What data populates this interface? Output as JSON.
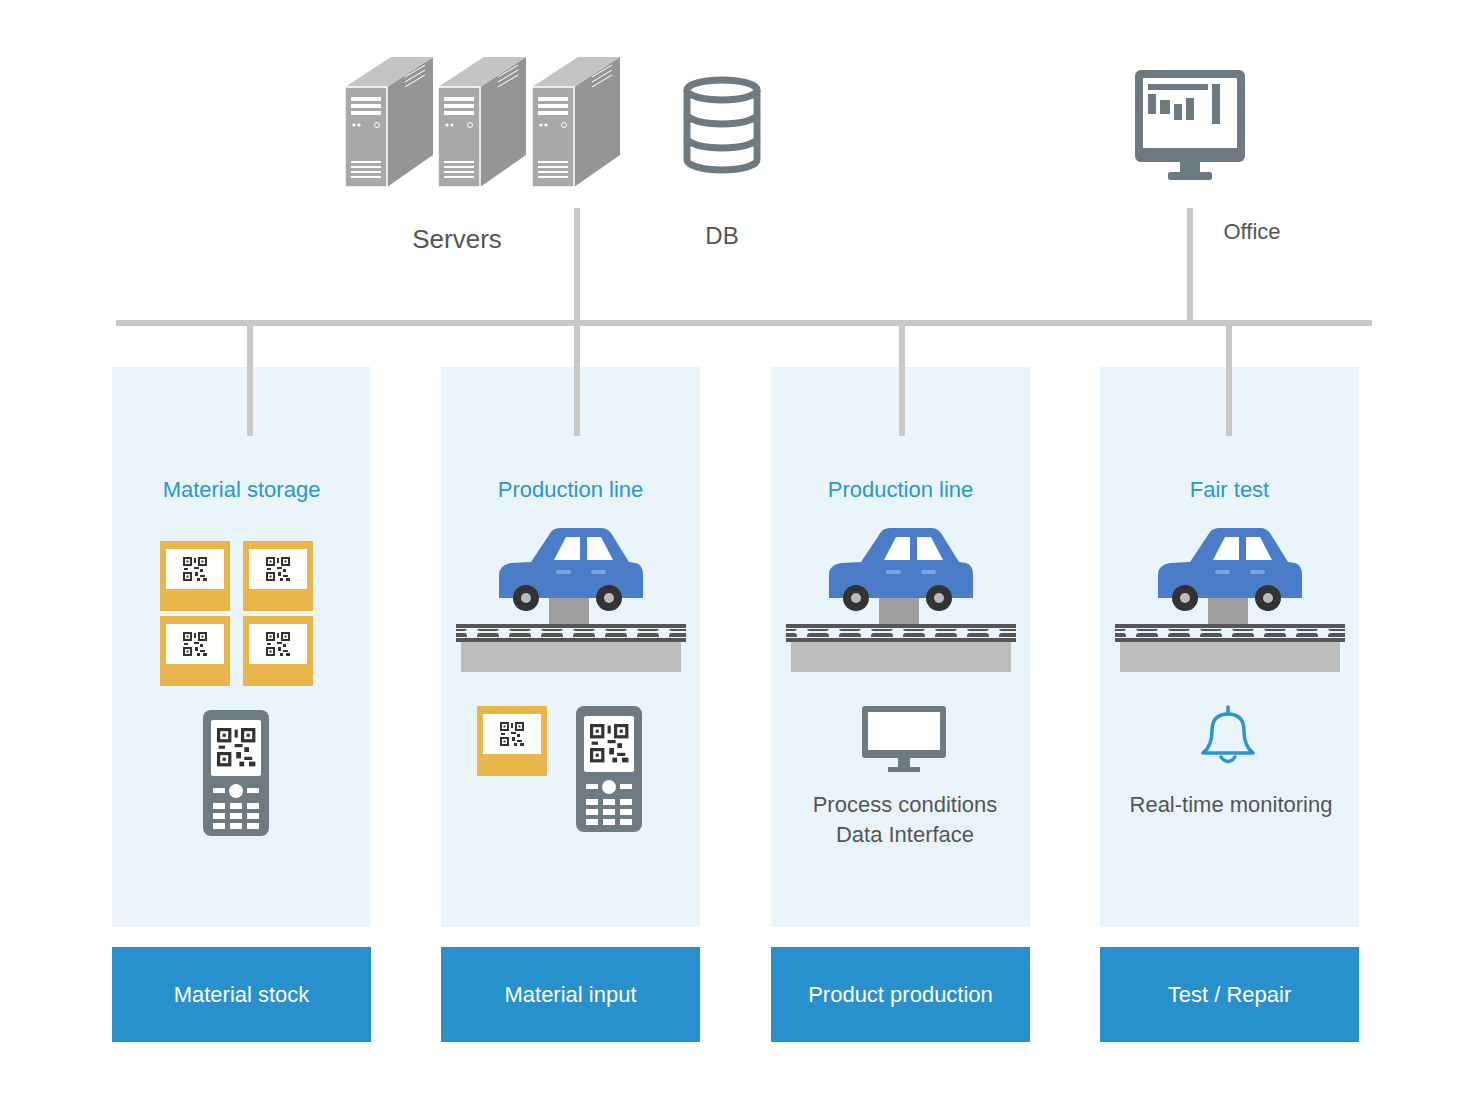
{
  "diagram": {
    "nodes": [
      {
        "text": [
          "Servers"
        ]
      },
      {
        "text": [
          "DB"
        ]
      },
      {
        "text": [
          "Office"
        ]
      },
      {
        "text": [
          "Material storage"
        ]
      },
      {
        "text": [
          "Production line"
        ]
      },
      {
        "text": [
          "Production line",
          "Process conditions Data Interface"
        ]
      },
      {
        "text": [
          "Fair test",
          "Real-time monitoring"
        ]
      },
      {
        "text": [
          "Material stock"
        ]
      },
      {
        "text": [
          "Material input"
        ]
      },
      {
        "text": [
          "Product production"
        ]
      },
      {
        "text": [
          "Test / Repair"
        ]
      }
    ],
    "edges": [
      {
        "from": 0,
        "to": 3,
        "arrow": "none"
      },
      {
        "from": 0,
        "to": 4,
        "arrow": "none"
      },
      {
        "from": 0,
        "to": 5,
        "arrow": "none"
      },
      {
        "from": 0,
        "to": 6,
        "arrow": "none"
      },
      {
        "from": 2,
        "to": 3,
        "arrow": "none"
      },
      {
        "from": 2,
        "to": 4,
        "arrow": "none"
      },
      {
        "from": 2,
        "to": 5,
        "arrow": "none"
      },
      {
        "from": 2,
        "to": 6,
        "arrow": "none"
      }
    ]
  }
}
